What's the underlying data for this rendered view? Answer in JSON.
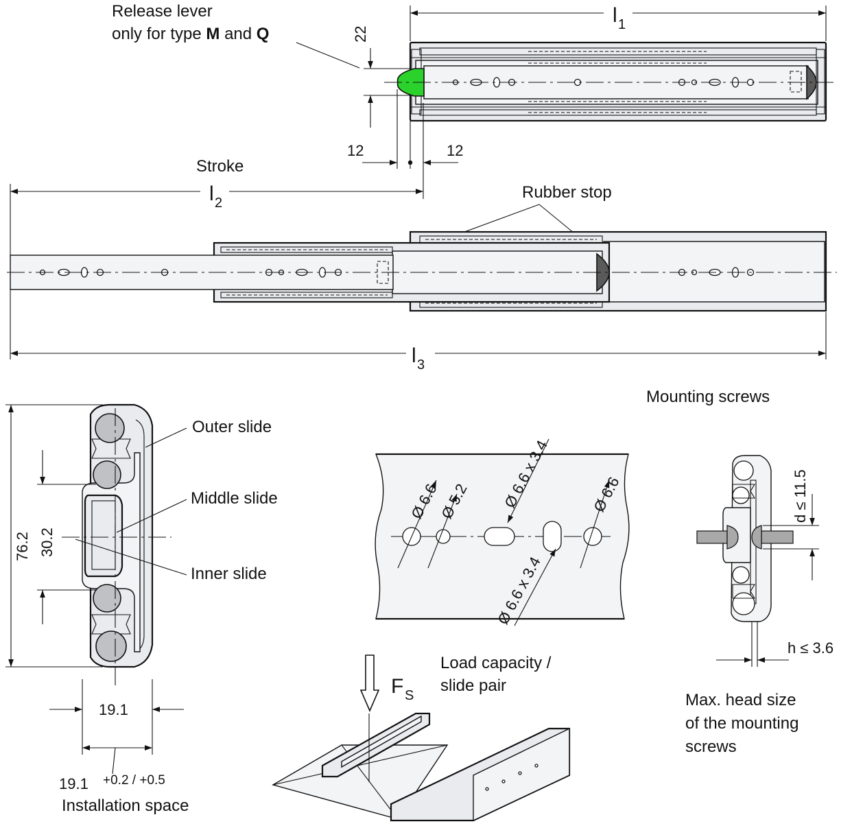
{
  "labels": {
    "release_line1": "Release lever",
    "release_line2_pre": "only for type ",
    "release_m": "M",
    "release_and": " and ",
    "release_q": "Q",
    "stroke": "Stroke",
    "rubber_stop": "Rubber stop",
    "outer_slide": "Outer slide",
    "middle_slide": "Middle slide",
    "inner_slide": "Inner slide",
    "mounting_screws": "Mounting screws",
    "load_line1": "Load capacity /",
    "load_line2": "slide pair",
    "maxhead_line1": "Max. head size",
    "maxhead_line2": "of the mounting",
    "maxhead_line3": "screws",
    "installation_space": "Installation space"
  },
  "dimensions": {
    "l1": "l",
    "l1_sub": "1",
    "l2": "l",
    "l2_sub": "2",
    "l3": "l",
    "l3_sub": "3",
    "lever_height": "22",
    "lever_left": "12",
    "lever_right": "12",
    "height_total": "76.2",
    "height_mount": "30.2",
    "width": "19.1",
    "install_width": "19.1",
    "install_tol": "+0.2 / +0.5",
    "hole_a": "Ø 6.6",
    "hole_b": "Ø 5.2",
    "slot_a": "Ø 6.6 x 3.4",
    "slot_b": "Ø 6.6 x 3.4",
    "hole_c": "Ø 6.6",
    "screw_d": "d ≤ 11.5",
    "screw_h": "h ≤ 3.6",
    "force": "F",
    "force_sub": "S"
  },
  "colors": {
    "release_lever": "#2bd22b",
    "rubber_stop": "#5a5a5a",
    "ball": "#bfc1c4",
    "screw": "#a9a9a9",
    "slide_fill": "#e9ebee"
  }
}
